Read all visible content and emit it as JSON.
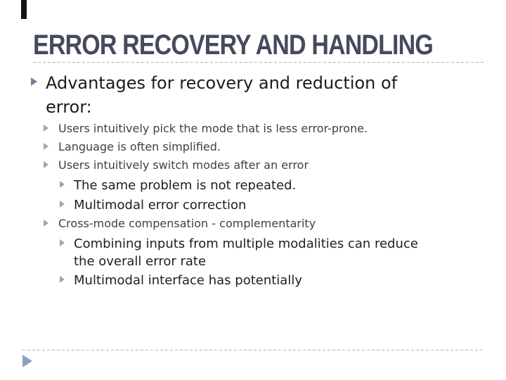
{
  "slide": {
    "title": "ERROR RECOVERY AND HANDLING",
    "bullets": [
      {
        "level": 1,
        "text": "Advantages for recovery and reduction of\nerror:"
      },
      {
        "level": 2,
        "text": "Users intuitively pick the mode that is less error-prone."
      },
      {
        "level": 2,
        "text": "Language is often simplified."
      },
      {
        "level": 2,
        "text": "Users intuitively switch modes after an error"
      },
      {
        "level": 3,
        "text": "The same problem is not repeated."
      },
      {
        "level": 3,
        "text": "Multimodal error correction"
      },
      {
        "level": 2,
        "text": "Cross-mode compensation - complementarity"
      },
      {
        "level": 3,
        "text": "Combining inputs from multiple modalities can reduce\nthe overall error rate"
      },
      {
        "level": 3,
        "text": "Multimodal interface has potentially"
      }
    ],
    "icons": {
      "bullet_level1": "triangle-right",
      "bullet_sublevel": "triangle-right",
      "footer": "triangle-right-nav"
    },
    "colors": {
      "title_text": "#454a5c",
      "body_text": "#1c1c1c",
      "sub_text": "#3c4148",
      "bullet_arrow": "#76819b",
      "sub_bullet_arrow": "#9aa6b7",
      "footer_arrow": "#8aa2be",
      "divider": "#b3b3b3",
      "corner_mark": "#131313",
      "background": "#ffffff"
    }
  }
}
